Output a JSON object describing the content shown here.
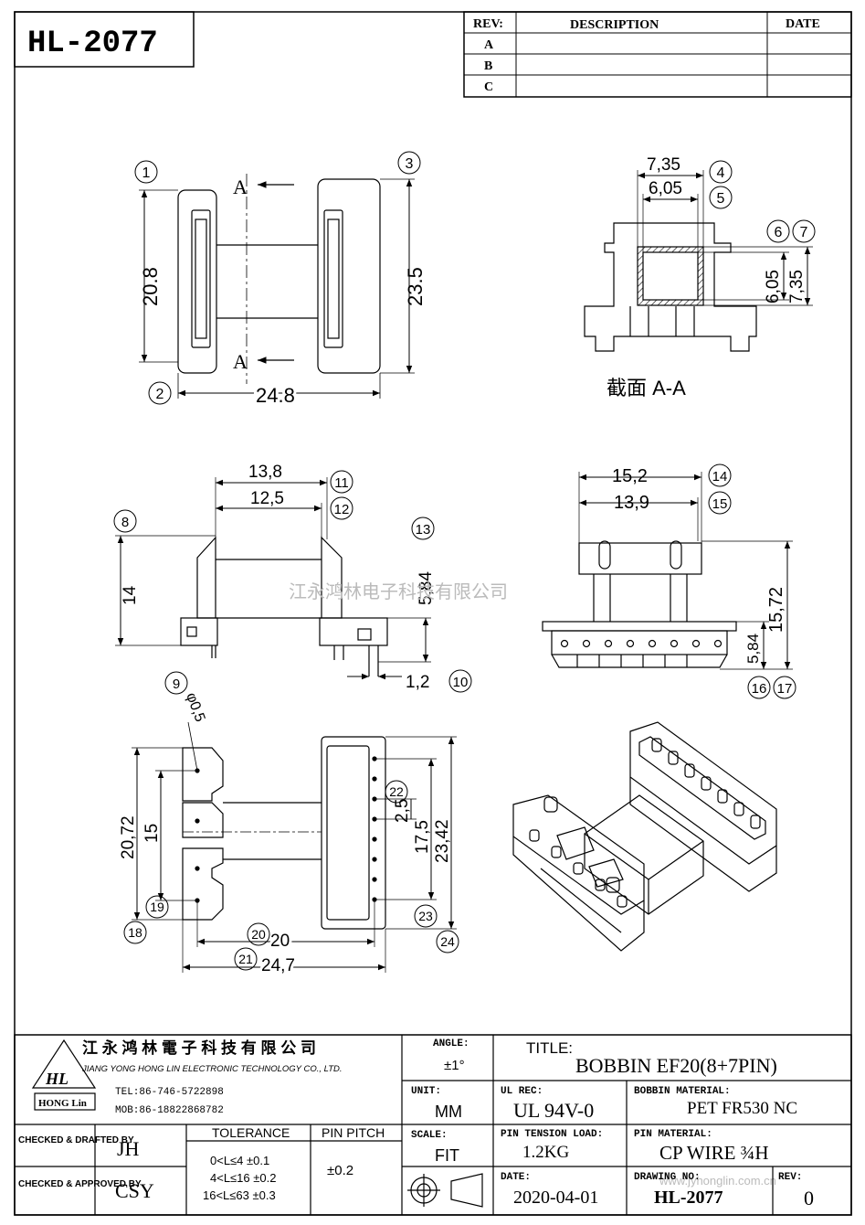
{
  "drawing_no_box": "HL-2077",
  "revision_table": {
    "headers": [
      "REV:",
      "DESCRIPTION",
      "DATE"
    ],
    "rows": [
      {
        "rev": "A",
        "description": "",
        "date": ""
      },
      {
        "rev": "B",
        "description": "",
        "date": ""
      },
      {
        "rev": "C",
        "description": "",
        "date": ""
      }
    ]
  },
  "top_view": {
    "dim_height_left": "20.8",
    "dim_height_right": "23.5",
    "dim_width": "24.8",
    "section_marker_top": "A",
    "section_marker_bottom": "A",
    "callouts": [
      "1",
      "2",
      "3"
    ]
  },
  "section_view": {
    "dim_top_outer": "7,35",
    "dim_top_inner": "6,05",
    "dim_side_inner": "6,05",
    "dim_side_outer": "7,35",
    "caption": "截面  A-A",
    "callouts": [
      "4",
      "5",
      "6",
      "7"
    ]
  },
  "front_view": {
    "dim_width_outer": "13,8",
    "dim_width_inner": "12,5",
    "dim_height": "14",
    "dim_pin_height": "5,84",
    "dim_pin_width": "1,2",
    "callouts": [
      "8",
      "9",
      "10",
      "11",
      "12",
      "13"
    ]
  },
  "side_view": {
    "dim_width_outer": "15,2",
    "dim_width_inner": "13,9",
    "dim_height_total": "15,72",
    "dim_pin_height": "5,84",
    "callouts": [
      "14",
      "15",
      "16",
      "17"
    ]
  },
  "bottom_view": {
    "dim_pin_dia": "φ0,5",
    "dim_left_outer": "20,72",
    "dim_left_inner": "15",
    "dim_pitch": "2,5",
    "dim_right_inner": "17,5",
    "dim_right_outer": "23,42",
    "dim_width_inner": "20",
    "dim_width_outer": "24,7",
    "callouts": [
      "18",
      "19",
      "20",
      "21",
      "22",
      "23",
      "24"
    ]
  },
  "watermark_center": "江永鸿林电子科技有限公司",
  "watermark_corner": "www.jyhonglin.com.cn",
  "title_block": {
    "company_cn": "江 永 鸿 林 電 子 科 技 有 限 公 司",
    "company_en": "JIANG YONG HONG LIN ELECTRONIC TECHNOLOGY CO., LTD.",
    "tel": "TEL:86-746-5722898",
    "mob": "MOB:86-18822868782",
    "angle_label": "ANGLE:",
    "angle_value": "±1°",
    "title_label": "TITLE:",
    "title_value": "BOBBIN   EF20(8+7PIN)",
    "unit_label": "UNIT:",
    "unit_value": "MM",
    "ul_label": "UL REC:",
    "ul_value": "UL 94V-0",
    "bobbin_material_label": "BOBBIN MATERIAL:",
    "bobbin_material_value": "PET FR530 NC",
    "checked_drafted_label": "CHECKED & DRAFTED BY",
    "checked_drafted_value": "JH",
    "checked_approved_label": "CHECKED & APPROVED BY",
    "checked_approved_value": "CSY",
    "tolerance_label": "TOLERANCE",
    "tolerance_lines": [
      "0<L≤4   ±0.1",
      "4<L≤16  ±0.2",
      "16<L≤63 ±0.3"
    ],
    "pin_pitch_label": "PIN PITCH",
    "pin_pitch_value": "±0.2",
    "scale_label": "SCALE:",
    "scale_value": "FIT",
    "pin_tension_label": "PIN TENSION LOAD:",
    "pin_tension_value": "1.2KG",
    "pin_material_label": "PIN MATERIAL:",
    "pin_material_value": "CP WIRE ¾H",
    "date_label": "DATE:",
    "date_value": "2020-04-01",
    "drawing_no_label": "DRAWING NO:",
    "drawing_no_value": "HL-2077",
    "rev_label": "REV:",
    "rev_value": "0",
    "logo_text": "HL",
    "logo_sub": "HONG Lin"
  }
}
